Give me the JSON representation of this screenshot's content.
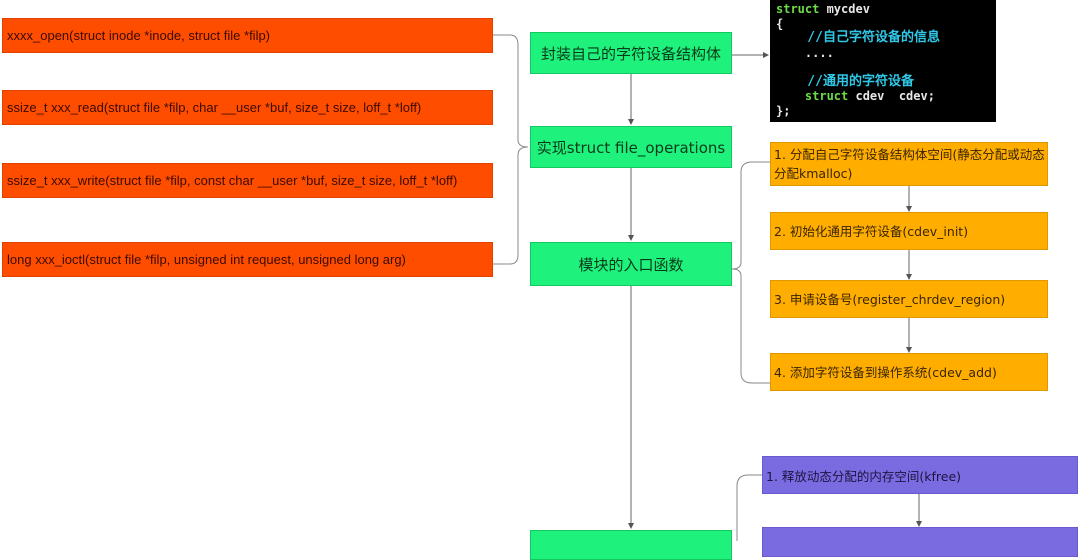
{
  "functions": [
    {
      "label": "xxxx_open(struct inode *inode, struct file *filp)"
    },
    {
      "label": "ssize_t xxx_read(struct file *filp, char __user *buf, size_t size, loff_t *loff)"
    },
    {
      "label": "ssize_t xxx_write(struct file *filp, const char __user *buf, size_t size, loff_t *loff)"
    },
    {
      "label": "long xxx_ioctl(struct file *filp, unsigned int request, unsigned long arg)"
    }
  ],
  "main_steps": [
    {
      "label": "封装自己的字符设备结构体"
    },
    {
      "label": "实现struct file_operations"
    },
    {
      "label": "模块的入口函数"
    },
    {
      "label": ""
    }
  ],
  "code_block": {
    "line1_kw": "struct",
    "line1_id": " mycdev",
    "line2": "{",
    "line3": "    //自己字符设备的信息",
    "line4": "    ....",
    "line5": "",
    "line6": "    //通用的字符设备",
    "line7_kw": "    struct",
    "line7_rest": " cdev  cdev;",
    "line8": "};"
  },
  "init_steps": [
    {
      "label": "1. 分配自己字符设备结构体空间(静态分配或动态分配kmalloc)"
    },
    {
      "label": "2. 初始化通用字符设备(cdev_init)"
    },
    {
      "label": "3. 申请设备号(register_chrdev_region)"
    },
    {
      "label": "4. 添加字符设备到操作系统(cdev_add)"
    }
  ],
  "exit_steps": [
    {
      "label": "1. 释放动态分配的内存空间(kfree)"
    },
    {
      "label": ""
    }
  ],
  "colors": {
    "function_box": "#ff4d00",
    "main_step": "#1ef27c",
    "init_step": "#ffae00",
    "exit_step": "#7b6be0",
    "code_bg": "#000000"
  }
}
